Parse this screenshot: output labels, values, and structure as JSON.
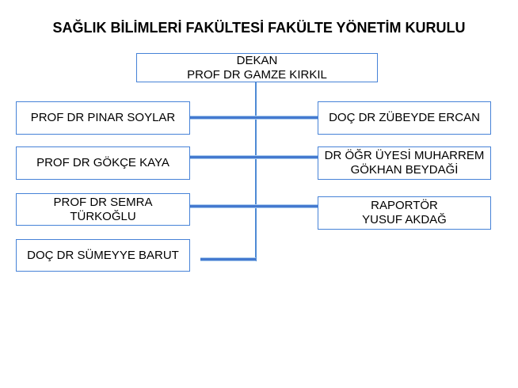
{
  "title": "SAĞLIK BİLİMLERİ FAKÜLTESİ FAKÜLTE YÖNETİM KURULU",
  "nodes": {
    "dekan": {
      "line1": "DEKAN",
      "line2": "PROF DR GAMZE KIRKIL"
    },
    "left1": {
      "line1": "PROF DR PINAR SOYLAR"
    },
    "left2": {
      "line1": "PROF DR GÖKÇE KAYA"
    },
    "left3": {
      "line1": "PROF DR SEMRA",
      "line2": "TÜRKOĞLU"
    },
    "left4": {
      "line1": "DOÇ DR SÜMEYYE BARUT"
    },
    "right1": {
      "line1": "DOÇ DR ZÜBEYDE ERCAN"
    },
    "right2": {
      "line1": "DR ÖĞR ÜYESİ MUHARREM",
      "line2": "GÖKHAN BEYDAĞİ"
    },
    "right3": {
      "line1": "RAPORTÖR",
      "line2": "YUSUF AKDAĞ"
    }
  },
  "colors": {
    "box_border": "#4682d7",
    "connector_core": "#4479cf",
    "connector_edge": "#a9cbee",
    "vertical_line": "#4e8ad5",
    "text": "#000000",
    "background": "#ffffff"
  }
}
